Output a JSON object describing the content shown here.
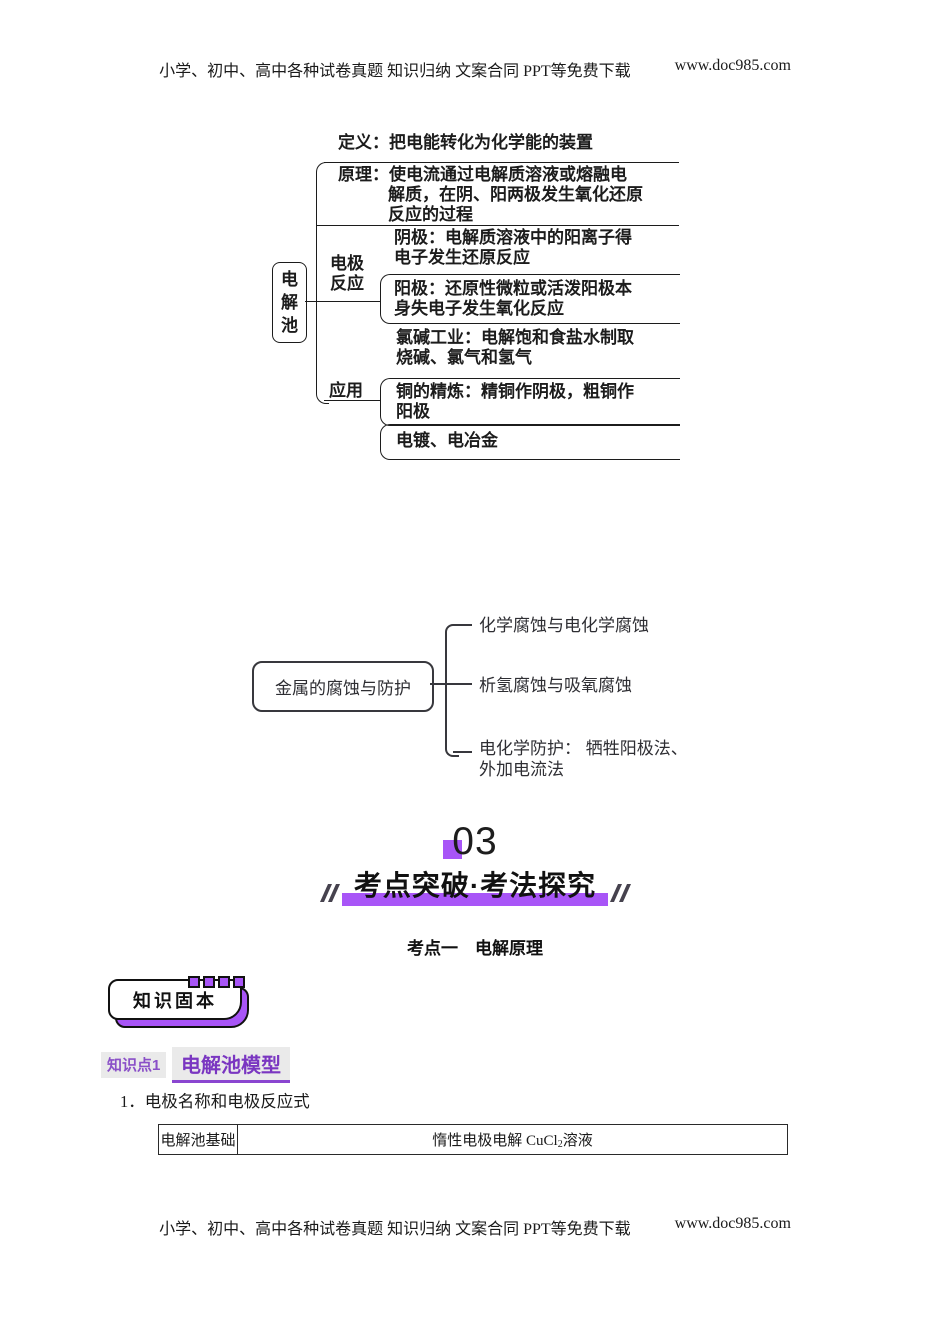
{
  "colors": {
    "accent_purple": "#a855f7",
    "purple_text": "#7a36c1",
    "tag_purple": "#8a50c8"
  },
  "header": {
    "slogan": "小学、初中、高中各种试卷真题 知识归纳  文案合同  PPT等免费下载",
    "site": "www.doc985.com"
  },
  "footer": {
    "slogan": "小学、初中、高中各种试卷真题 知识归纳  文案合同  PPT等免费下载",
    "site": "www.doc985.com"
  },
  "electrolysis_map": {
    "root": "电解池",
    "definition": "定义：把电能转化为化学能的装置",
    "principle": [
      "原理：使电流通过电解质溶液或熔融电",
      "解质，在阴、阳两极发生氧化还原",
      "反应的过程"
    ],
    "electrode_label": [
      "电极",
      "反应"
    ],
    "cathode": [
      "阴极：电解质溶液中的阳离子得",
      "电子发生还原反应"
    ],
    "anode": [
      "阳极：还原性微粒或活泼阳极本",
      "身失电子发生氧化反应"
    ],
    "application_label": "应用",
    "chlor_alkali": [
      "氯碱工业：电解饱和食盐水制取",
      "烧碱、氯气和氢气"
    ],
    "copper_refining": [
      "铜的精炼：精铜作阴极，粗铜作",
      "阳极"
    ],
    "plating": "电镀、电冶金"
  },
  "corrosion_map": {
    "root": "金属的腐蚀与防护",
    "branch1": "化学腐蚀与电化学腐蚀",
    "branch2": "析氢腐蚀与吸氧腐蚀",
    "branch3": [
      "电化学防护： 牺牲阳极法、",
      "外加电流法"
    ]
  },
  "section": {
    "number": "03",
    "title": "考点突破·考法探究"
  },
  "exam_point": {
    "title": "考点一　电解原理"
  },
  "badge": {
    "label": "知识固本"
  },
  "knowledge_point": {
    "tag": "知识点1",
    "name": "电解池模型"
  },
  "content": {
    "item1": "1．电极名称和电极反应式"
  },
  "table": {
    "header_cell": "电解池基础",
    "value_pre": "惰性电极电解 CuCl",
    "value_sub": "2",
    "value_post": "溶液"
  }
}
